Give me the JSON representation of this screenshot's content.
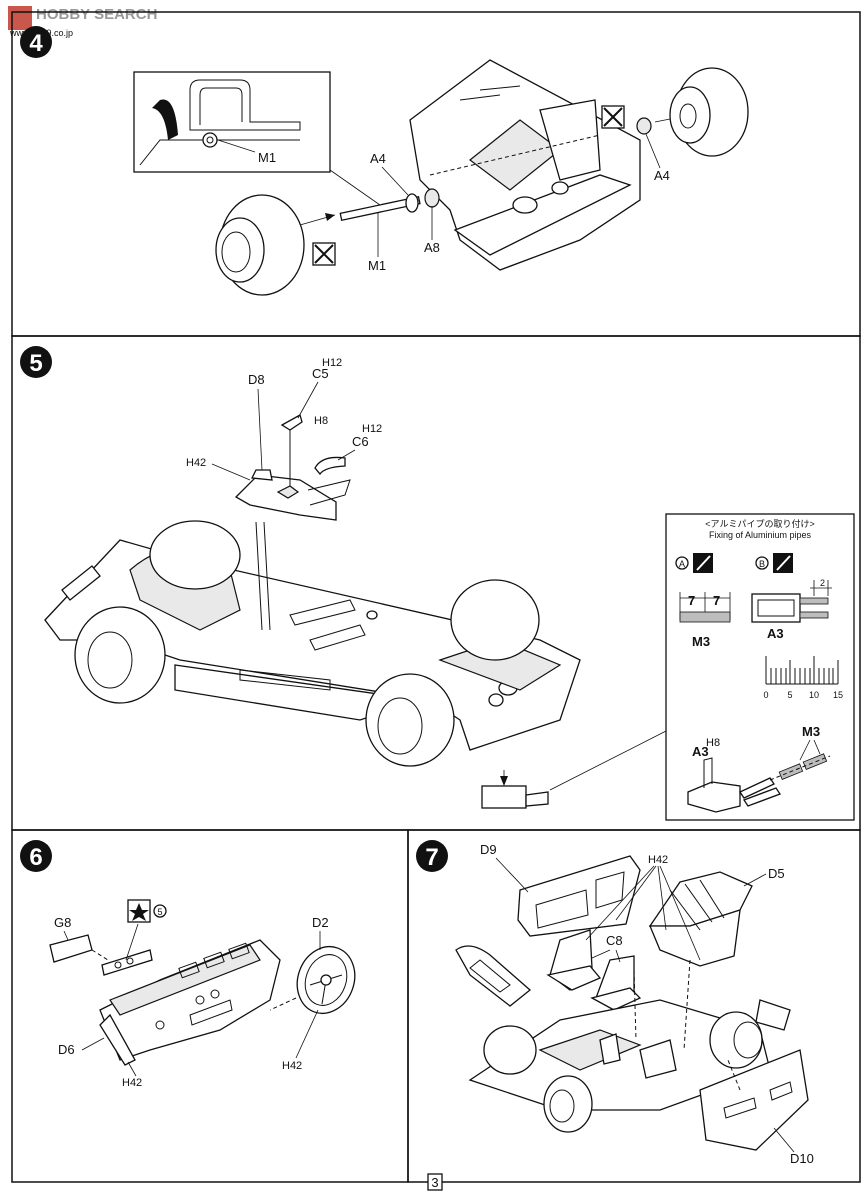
{
  "watermark": {
    "main": "HOBBY SEARCH",
    "sub": "www.1999.co.jp"
  },
  "page_number": "3",
  "steps": [
    {
      "number": "4",
      "labels": [
        "M1",
        "A4",
        "M1",
        "A8",
        "A4"
      ]
    },
    {
      "number": "5",
      "labels": {
        "d8": "D8",
        "c5": "C5",
        "c6": "C6",
        "h12a": "H12",
        "h8": "H8",
        "h12b": "H12",
        "h42": "H42"
      },
      "inset": {
        "title_jp": "<アルミパイプの取り付け>",
        "title_en": "Fixing of Aluminium pipes",
        "marker_a": "A",
        "marker_b": "B",
        "dim_7a": "7",
        "dim_7b": "7",
        "dim_2": "2",
        "m3": "M3",
        "a3": "A3",
        "ruler": [
          "0",
          "5",
          "10",
          "15"
        ],
        "h8": "H8",
        "a3_bottom": "A3",
        "m3_bottom": "M3"
      }
    },
    {
      "number": "6",
      "labels": {
        "g8": "G8",
        "star_num": "5",
        "d2": "D2",
        "d6": "D6",
        "h42a": "H42",
        "h42b": "H42"
      }
    },
    {
      "number": "7",
      "labels": {
        "d9": "D9",
        "h42": "H42",
        "d5": "D5",
        "c8": "C8",
        "d10": "D10"
      }
    }
  ]
}
